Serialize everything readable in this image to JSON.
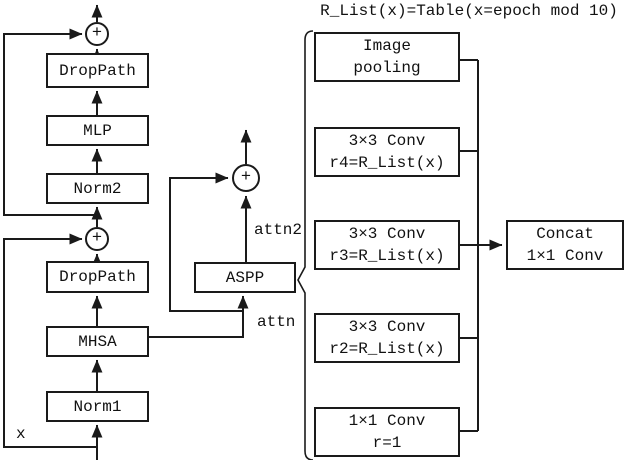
{
  "title": "R_List(x)=Table(x=epoch mod 10)",
  "plus": "+",
  "input_label": "x",
  "labels": {
    "attn": "attn",
    "attn2": "attn2"
  },
  "transformer": {
    "droppath_top": "DropPath",
    "mlp": "MLP",
    "norm2": "Norm2",
    "droppath_bottom": "DropPath",
    "mhsa": "MHSA",
    "norm1": "Norm1"
  },
  "aspp": {
    "label": "ASPP"
  },
  "aspp_detail": {
    "branches": [
      {
        "line1": "Image",
        "line2": "pooling"
      },
      {
        "line1": "3×3 Conv",
        "line2": "r4=R_List(x)"
      },
      {
        "line1": "3×3 Conv",
        "line2": "r3=R_List(x)"
      },
      {
        "line1": "3×3 Conv",
        "line2": "r2=R_List(x)"
      },
      {
        "line1": "1×1 Conv",
        "line2": "r=1"
      }
    ],
    "output": {
      "line1": "Concat",
      "line2": "1×1 Conv"
    }
  },
  "colors": {
    "stroke": "#1a1a1a",
    "background": "#ffffff"
  }
}
